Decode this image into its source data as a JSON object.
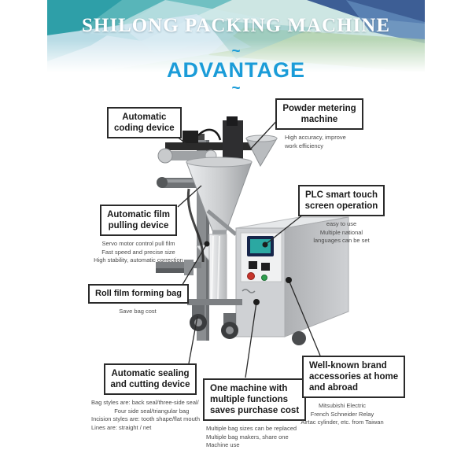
{
  "banner": {
    "title": "SHILONG PACKING MACHINE"
  },
  "advantage": {
    "tilde": "~",
    "title": "ADVANTAGE"
  },
  "colors": {
    "accent_blue": "#1B9CD8",
    "box_border": "#2A2A2A",
    "sub_text": "#4A4A4A",
    "screen_teal": "#2BA8A2",
    "button_red": "#C6352C",
    "button_green": "#2F9E4F"
  },
  "callouts": {
    "coding": {
      "label": [
        "Automatic",
        "coding device"
      ]
    },
    "powder": {
      "label": [
        "Powder metering",
        "machine"
      ],
      "sub": [
        "High accuracy, improve",
        "work efficiency"
      ]
    },
    "film_pulling": {
      "label": [
        "Automatic film",
        "pulling device"
      ],
      "sub": [
        "Servo motor control pull film",
        "Fast speed and precise size",
        "High stability, automatic correction"
      ]
    },
    "plc": {
      "label": [
        "PLC smart touch",
        "screen operation"
      ],
      "sub": [
        "easy to use",
        "Multiple national",
        "languages can be set"
      ]
    },
    "roll_film": {
      "label": "Roll film forming bag",
      "sub": [
        "Save bag cost"
      ]
    },
    "sealing": {
      "label": [
        "Automatic sealing",
        "and cutting device"
      ],
      "sub": [
        "Bag styles are: back seal/three-side seal/",
        "              Four side seal/triangular bag",
        "Incision styles are: tooth shape/flat mouth",
        "Lines are: straight / net"
      ]
    },
    "multi_function": {
      "label": [
        "One machine with",
        "multiple functions",
        "saves purchase cost"
      ],
      "sub": [
        "Multiple bag sizes can be replaced",
        "Multiple bag makers, share one",
        "Machine use"
      ]
    },
    "brand": {
      "label": [
        "Well-known brand",
        "accessories at home",
        "and abroad"
      ],
      "sub": [
        "Mitsubishi Electric",
        "French Schneider Relay",
        "Airtac cylinder, etc. from Taiwan"
      ]
    }
  }
}
